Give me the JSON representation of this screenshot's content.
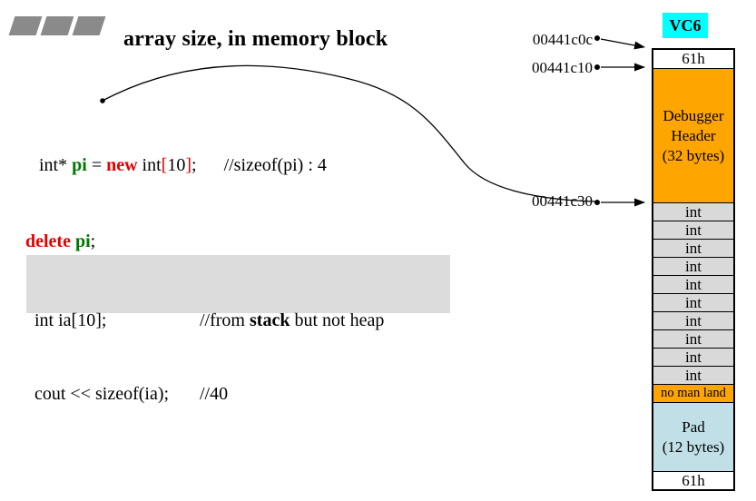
{
  "title": "array size, in memory block",
  "code": {
    "line1": [
      {
        "text": "int* "
      },
      {
        "text": "pi",
        "color": "#007700",
        "bold": true
      },
      {
        "text": " = "
      },
      {
        "text": "new",
        "color": "#e60000",
        "bold": true
      },
      {
        "text": " int"
      },
      {
        "text": "[",
        "color": "#e60000"
      },
      {
        "text": "10"
      },
      {
        "text": "]",
        "color": "#e60000"
      },
      {
        "text": ";      //sizeof(pi) : 4"
      }
    ],
    "line2": [
      {
        "text": "delete",
        "color": "#e60000",
        "bold": true
      },
      {
        "text": " "
      },
      {
        "text": "pi",
        "color": "#007700",
        "bold": true
      },
      {
        "text": ";"
      }
    ]
  },
  "stack_box": {
    "rows": [
      {
        "code": "int ia[10];",
        "comment": [
          {
            "text": "//from "
          },
          {
            "text": "stack",
            "bold": true
          },
          {
            "text": " but not heap"
          }
        ]
      },
      {
        "code": "cout << sizeof(ia);",
        "comment": [
          {
            "text": "//40"
          }
        ]
      }
    ]
  },
  "addresses": [
    "00441c0c",
    "00441c10",
    "00441c30"
  ],
  "memory_block": {
    "label": "VC6",
    "cells": [
      {
        "id": "tag-top",
        "text": "61h",
        "bg": "#ffffff",
        "h": 20
      },
      {
        "id": "debugger-header",
        "text": "Debugger\nHeader\n(32 bytes)",
        "bg": "#ffa500",
        "h": 148
      },
      {
        "id": "int-0",
        "text": "int",
        "bg": "#d9d9d9",
        "h": 20
      },
      {
        "id": "int-1",
        "text": "int",
        "bg": "#d9d9d9",
        "h": 20
      },
      {
        "id": "int-2",
        "text": "int",
        "bg": "#d9d9d9",
        "h": 20
      },
      {
        "id": "int-3",
        "text": "int",
        "bg": "#d9d9d9",
        "h": 20
      },
      {
        "id": "int-4",
        "text": "int",
        "bg": "#d9d9d9",
        "h": 20
      },
      {
        "id": "int-5",
        "text": "int",
        "bg": "#d9d9d9",
        "h": 20
      },
      {
        "id": "int-6",
        "text": "int",
        "bg": "#d9d9d9",
        "h": 20
      },
      {
        "id": "int-7",
        "text": "int",
        "bg": "#d9d9d9",
        "h": 20
      },
      {
        "id": "int-8",
        "text": "int",
        "bg": "#d9d9d9",
        "h": 20
      },
      {
        "id": "int-9",
        "text": "int",
        "bg": "#d9d9d9",
        "h": 20
      },
      {
        "id": "no-man-land",
        "text": "no man land",
        "bg": "#ffa500",
        "h": 20,
        "small": true
      },
      {
        "id": "pad",
        "text": "Pad\n(12 bytes)",
        "bg": "#c0dfe6",
        "h": 76
      },
      {
        "id": "tag-bottom",
        "text": "61h",
        "bg": "#ffffff",
        "h": 20
      }
    ]
  },
  "colors": {
    "keyword_red": "#e60000",
    "identifier_green": "#007700",
    "memory_orange": "#ffa500",
    "vc6_cyan": "#00ffff",
    "int_cell_gray": "#d9d9d9",
    "pad_blue": "#c0dfe6",
    "stack_box_gray": "#dcdcdc",
    "mark_gray": "#8a8a8a"
  }
}
